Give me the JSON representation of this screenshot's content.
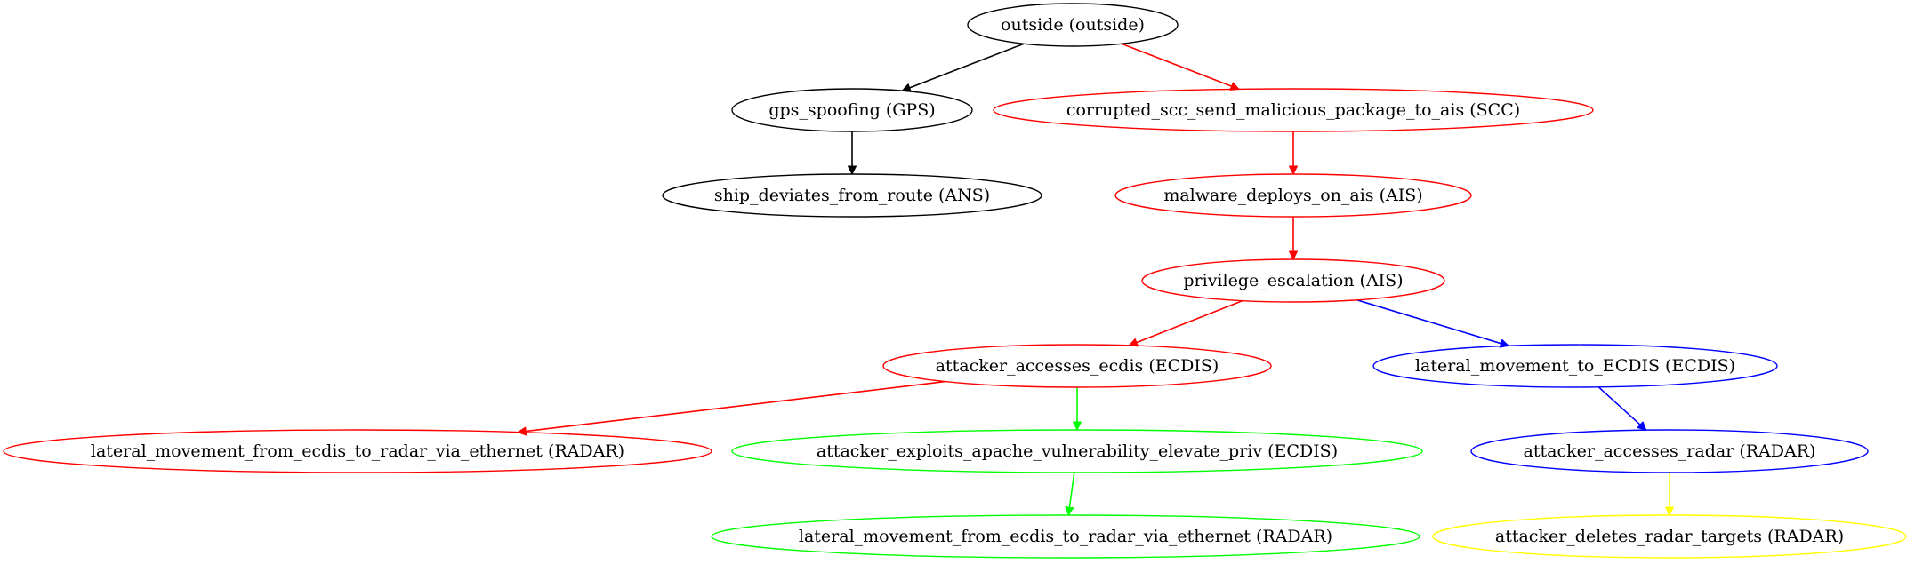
{
  "graph": {
    "nodes": [
      {
        "id": "outside",
        "label": "outside (outside)",
        "color": "#000000"
      },
      {
        "id": "gps_spoofing",
        "label": "gps_spoofing (GPS)",
        "color": "#000000"
      },
      {
        "id": "corrupted_scc",
        "label": "corrupted_scc_send_malicious_package_to_ais (SCC)",
        "color": "#ff0000"
      },
      {
        "id": "ship_deviates",
        "label": "ship_deviates_from_route (ANS)",
        "color": "#000000"
      },
      {
        "id": "malware_deploys",
        "label": "malware_deploys_on_ais (AIS)",
        "color": "#ff0000"
      },
      {
        "id": "privilege_escalation",
        "label": "privilege_escalation (AIS)",
        "color": "#ff0000"
      },
      {
        "id": "attacker_accesses_ecdis",
        "label": "attacker_accesses_ecdis (ECDIS)",
        "color": "#ff0000"
      },
      {
        "id": "lateral_movement_to_ecdis",
        "label": "lateral_movement_to_ECDIS (ECDIS)",
        "color": "#0000ff"
      },
      {
        "id": "lateral_radar_red",
        "label": "lateral_movement_from_ecdis_to_radar_via_ethernet (RADAR)",
        "color": "#ff0000"
      },
      {
        "id": "apache_exploit",
        "label": "attacker_exploits_apache_vulnerability_elevate_priv (ECDIS)",
        "color": "#00ff00"
      },
      {
        "id": "attacker_accesses_radar",
        "label": "attacker_accesses_radar (RADAR)",
        "color": "#0000ff"
      },
      {
        "id": "lateral_radar_green",
        "label": "lateral_movement_from_ecdis_to_radar_via_ethernet (RADAR)",
        "color": "#00ff00"
      },
      {
        "id": "deletes_radar_targets",
        "label": "attacker_deletes_radar_targets (RADAR)",
        "color": "#ffff00"
      }
    ],
    "edges": [
      {
        "from": "outside",
        "to": "gps_spoofing",
        "color": "#000000"
      },
      {
        "from": "outside",
        "to": "corrupted_scc",
        "color": "#ff0000"
      },
      {
        "from": "gps_spoofing",
        "to": "ship_deviates",
        "color": "#000000"
      },
      {
        "from": "corrupted_scc",
        "to": "malware_deploys",
        "color": "#ff0000"
      },
      {
        "from": "malware_deploys",
        "to": "privilege_escalation",
        "color": "#ff0000"
      },
      {
        "from": "privilege_escalation",
        "to": "attacker_accesses_ecdis",
        "color": "#ff0000"
      },
      {
        "from": "privilege_escalation",
        "to": "lateral_movement_to_ecdis",
        "color": "#0000ff"
      },
      {
        "from": "attacker_accesses_ecdis",
        "to": "lateral_radar_red",
        "color": "#ff0000"
      },
      {
        "from": "attacker_accesses_ecdis",
        "to": "apache_exploit",
        "color": "#00ff00"
      },
      {
        "from": "lateral_movement_to_ecdis",
        "to": "attacker_accesses_radar",
        "color": "#0000ff"
      },
      {
        "from": "apache_exploit",
        "to": "lateral_radar_green",
        "color": "#00ff00"
      },
      {
        "from": "attacker_accesses_radar",
        "to": "deletes_radar_targets",
        "color": "#ffff00"
      }
    ]
  }
}
